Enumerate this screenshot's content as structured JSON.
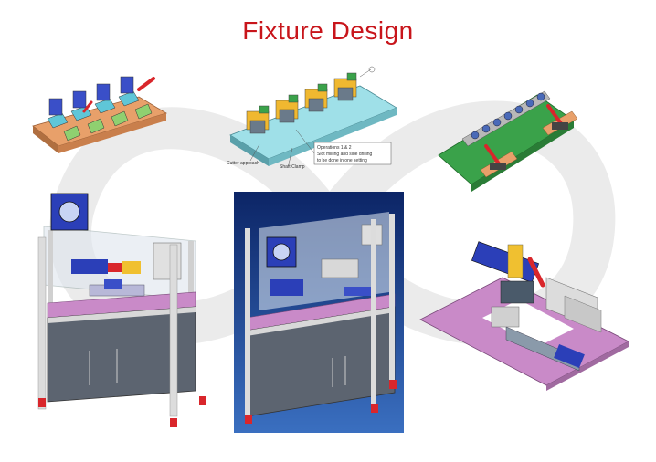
{
  "page": {
    "title": "Fixture Design"
  },
  "annotations": {
    "callout_1": "Operations 1 & 2",
    "callout_2": "Slot milling and side drilling",
    "callout_3": "to be done in one setting",
    "label_cutter": "Cutter approach",
    "label_clamp": "Shaft Clamp"
  },
  "colors": {
    "title": "#c8151b",
    "background_logo": "#e9e9e9",
    "machine_frame": "#d8d8d8",
    "machine_cabinet": "#5c6470",
    "deck": "#c98ac8",
    "motor_blue": "#2b3fb8",
    "clamp_red": "#d9262b",
    "base_green": "#3aa24a",
    "base_copper": "#e8a06a",
    "base_cyan": "#9fe0e8",
    "dark_panel_bg": "#1c3f86"
  }
}
